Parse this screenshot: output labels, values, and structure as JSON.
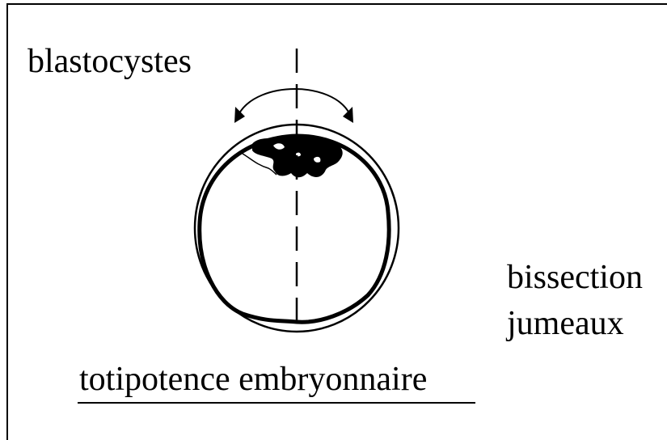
{
  "labels": {
    "blastocystes": "blastocystes",
    "bissection": "bissection",
    "jumeaux": "jumeaux",
    "totipotence": "totipotence embryonnaire"
  },
  "colors": {
    "ink": "#000000",
    "background": "#ffffff"
  },
  "icons": {
    "rotation_arrow": "curved-double-arrow-icon",
    "cut_line": "dashed-bisection-line",
    "embryo": "blastocyst-circle"
  }
}
